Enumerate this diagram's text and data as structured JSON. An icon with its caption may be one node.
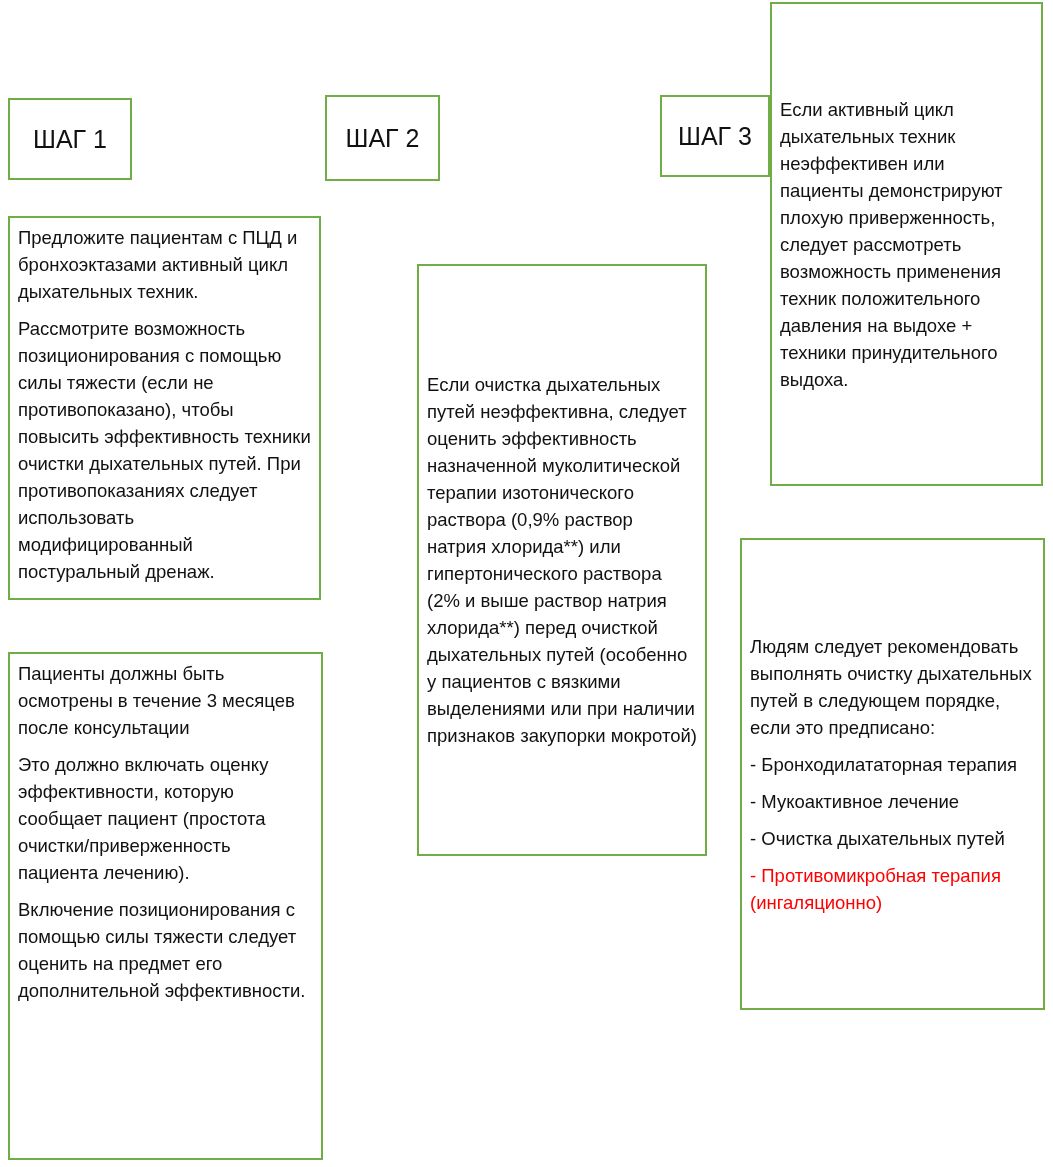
{
  "diagram": {
    "nodes": [
      {
        "text": [
          "ШАГ 1"
        ]
      },
      {
        "text": [
          "ШАГ 2"
        ]
      },
      {
        "text": [
          "ШАГ 3"
        ]
      },
      {
        "text": [
          "Предложите пациентам с ПЦД и бронхоэктазами активный цикл дыхательных техник.",
          "Рассмотрите возможность позиционирования с помощью силы тяжести (если не противопоказано), чтобы повысить эффективность техники очистки дыхательных путей. При противопоказаниях следует использовать модифицированный постуральный дренаж."
        ]
      },
      {
        "text": [
          "Пациенты должны быть осмотрены в течение 3 месяцев после консультации",
          "Это должно включать оценку эффективности, которую сообщает пациент (простота очистки/приверженность пациента лечению).",
          "Включение позиционирования с помощью силы тяжести следует оценить на предмет его дополнительной эффективности."
        ]
      },
      {
        "text": [
          "Если очистка дыхательных путей неэффективна, следует оценить эффективность назначенной муколитической терапии изотонического раствора (0,9% раствор натрия хлорида**) или гипертонического раствора (2% и выше раствор натрия хлорида**) перед очисткой дыхательных путей (особенно у пациентов с вязкими выделениями или при наличии признаков закупорки мокротой)"
        ]
      },
      {
        "text": [
          "Если активный цикл дыхательных техник неэффективен или пациенты демонстрируют плохую приверженность, следует рассмотреть возможность применения техник положительного давления на выдохе + техники принудительного выдоха."
        ]
      },
      {
        "text": [
          "Людям следует рекомендовать выполнять очистку дыхательных путей в следующем порядке, если это предписано:",
          "- Бронходилататорная терапия",
          "- Мукоактивное лечение",
          "- Очистка дыхательных путей",
          "- Противомикробная терапия (ингаляционно)"
        ]
      }
    ]
  }
}
